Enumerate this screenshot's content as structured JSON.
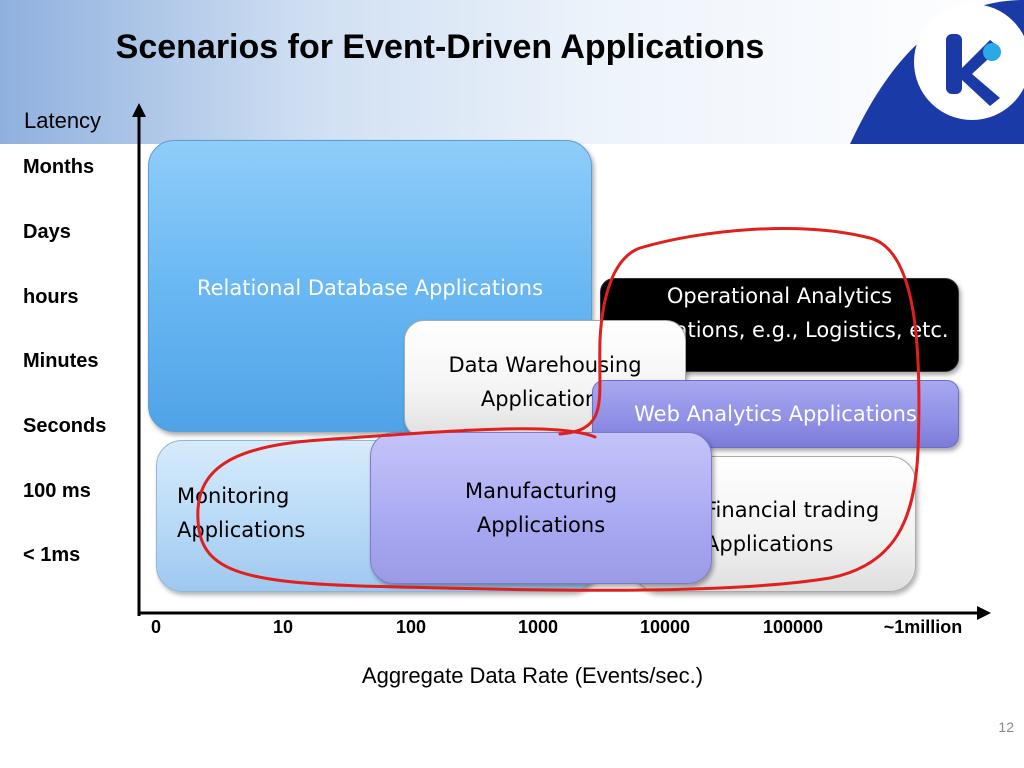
{
  "slide": {
    "title": "Scenarios for Event-Driven Applications",
    "page_number": "12"
  },
  "axes": {
    "y_label": "Latency",
    "y_ticks": [
      "Months",
      "Days",
      "hours",
      "Minutes",
      "Seconds",
      "100 ms",
      "< 1ms"
    ],
    "x_label": "Aggregate Data Rate (Events/sec.)",
    "x_ticks": [
      "0",
      "10",
      "100",
      "1000",
      "10000",
      "100000",
      "~1million"
    ]
  },
  "boxes": {
    "relational": "Relational Database Applications",
    "operational": "Operational Analytics Applications, e.g., Logistics, etc.",
    "warehousing": "Data Warehousing Applications",
    "web_analytics": "Web Analytics Applications",
    "monitoring": "Monitoring Applications",
    "manufacturing": "Manufacturing Applications",
    "financial": "Financial trading Applications"
  },
  "colors": {
    "relational_fill": "#6ab8f3",
    "monitoring_fill": "#b5d8f6",
    "manufacturing_fill": "#a9a9f2",
    "web_analytics_fill": "#8f8fe6",
    "operational_fill": "#000000",
    "highlight_stroke": "#e0201e",
    "axis": "#000000",
    "logo_blue": "#1a3aa8"
  },
  "logo": {
    "icon": "k-logo-icon"
  }
}
